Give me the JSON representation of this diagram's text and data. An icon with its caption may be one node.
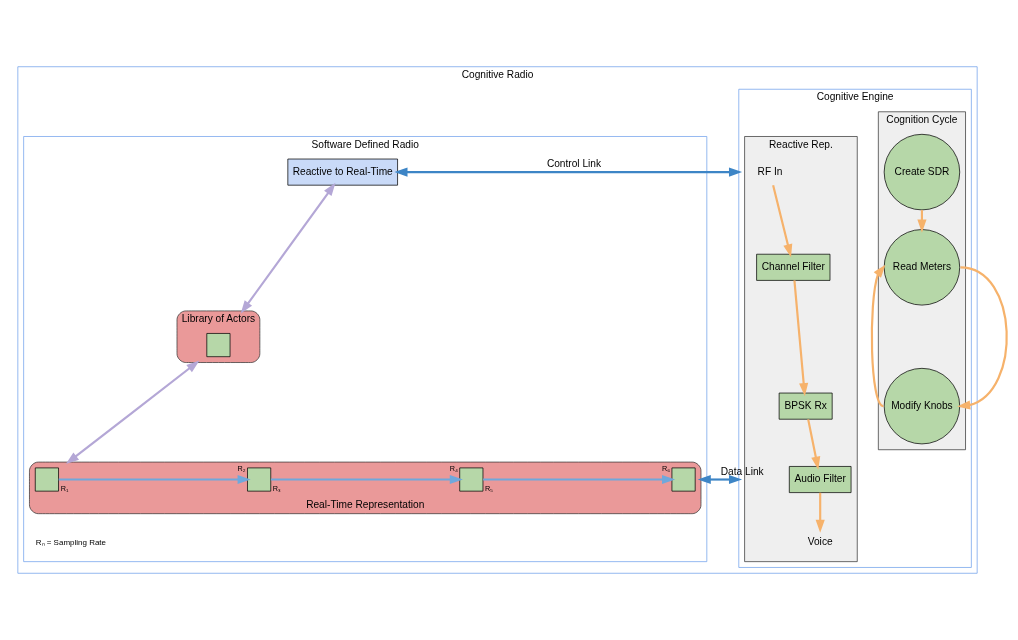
{
  "diagram": {
    "nodes": [
      {
        "text": [
          "Cognitive Radio"
        ]
      },
      {
        "text": [
          "Cognitive Engine"
        ],
        "in": 0
      },
      {
        "text": [
          "Cognition Cycle"
        ],
        "in": 1
      },
      {
        "text": [
          "Create SDR"
        ],
        "in": 2
      },
      {
        "text": [
          "Read Meters"
        ],
        "in": 2
      },
      {
        "text": [
          "Modify Knobs"
        ],
        "in": 2
      },
      {
        "text": [
          "Reactive Rep."
        ],
        "in": 1
      },
      {
        "text": [
          "RF In"
        ],
        "in": 6
      },
      {
        "text": [
          "Channel Filter"
        ],
        "in": 6
      },
      {
        "text": [
          "BPSK Rx"
        ],
        "in": 6
      },
      {
        "text": [
          "Audio Filter"
        ],
        "in": 6
      },
      {
        "text": [
          "Voice"
        ],
        "in": 6
      },
      {
        "text": [
          "Software Defined Radio"
        ],
        "in": 0
      },
      {
        "text": [
          "Reactive to Real-Time"
        ],
        "in": 12
      },
      {
        "text": [],
        "shape": "ellipse",
        "beside": [
          "Library of Actors"
        ],
        "in": 12
      },
      {
        "text": [],
        "shape": "box",
        "in": 14
      },
      {
        "text": [],
        "shape": "ellipse",
        "beside": [
          "Real-Time Representation"
        ],
        "in": 12
      },
      {
        "text": [],
        "shape": "box",
        "in": 16
      },
      {
        "text": [],
        "shape": "box",
        "in": 16
      },
      {
        "text": [],
        "shape": "box",
        "in": 16
      },
      {
        "text": [],
        "shape": "box",
        "in": 16
      }
    ],
    "edges": [
      {
        "from": 3,
        "to": 4,
        "arrow": "to"
      },
      {
        "from": 4,
        "to": 5,
        "arrow": "to"
      },
      {
        "from": 5,
        "to": 4,
        "arrow": "to"
      },
      {
        "from": 7,
        "to": 8,
        "arrow": "to"
      },
      {
        "from": 8,
        "to": 9,
        "arrow": "to"
      },
      {
        "from": 9,
        "to": 10,
        "arrow": "to"
      },
      {
        "from": 10,
        "to": 11,
        "arrow": "to"
      },
      {
        "from": 1,
        "to": 13,
        "arrow": "both",
        "label": "Control Link",
        "color": "#3d85c6"
      },
      {
        "from": 1,
        "to": 16,
        "arrow": "both",
        "label": "Data Link",
        "color": "#3d85c6"
      },
      {
        "from": 13,
        "to": 14,
        "arrow": "both",
        "color": "#b4a7d6"
      },
      {
        "from": 14,
        "to": 16,
        "arrow": "both",
        "color": "#b4a7d6"
      },
      {
        "from": 17,
        "to": 18,
        "arrow": "to",
        "color": "#6fa8dc"
      },
      {
        "from": 18,
        "to": 19,
        "arrow": "to",
        "color": "#6fa8dc"
      },
      {
        "from": 19,
        "to": 20,
        "arrow": "to",
        "color": "#6fa8dc"
      }
    ],
    "labels": [
      "R₁",
      "R₂",
      "R₃",
      "R₄",
      "R₅",
      "R₆",
      "Rₙ = Sampling Rate"
    ]
  }
}
